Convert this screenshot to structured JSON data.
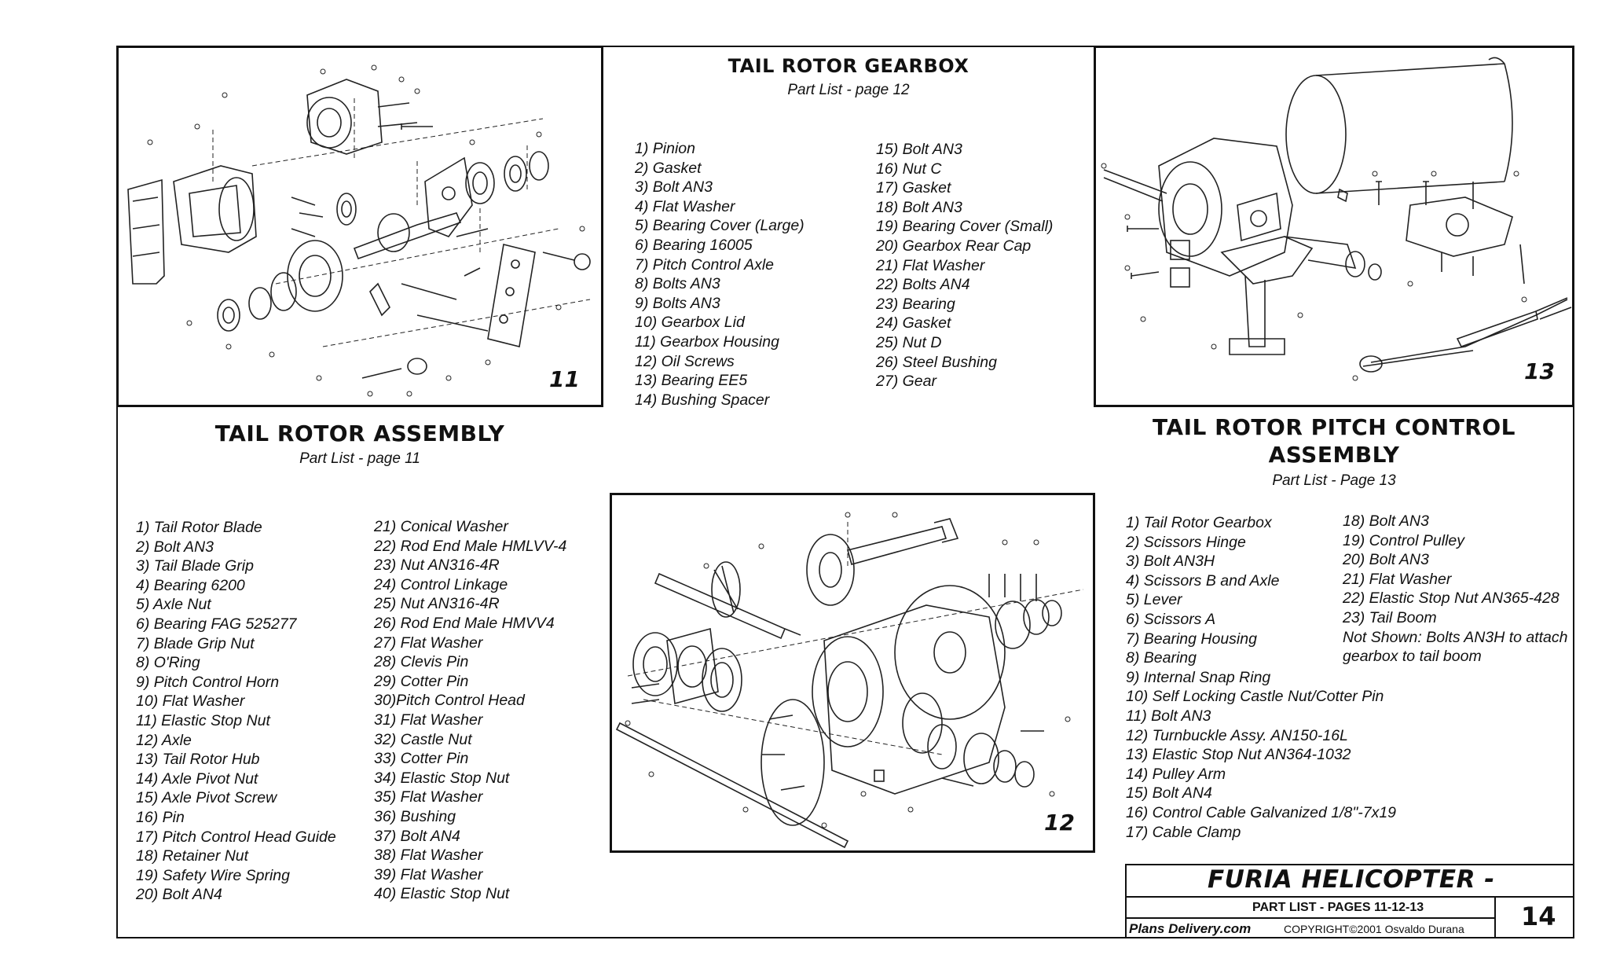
{
  "figures": {
    "fig11": {
      "number": "11"
    },
    "fig12": {
      "number": "12"
    },
    "fig13": {
      "number": "13"
    }
  },
  "gearbox": {
    "title": "TAIL ROTOR GEARBOX",
    "subtitle": "Part List -  page 12",
    "col1": [
      "1) Pinion",
      "2) Gasket",
      "3) Bolt AN3",
      "4) Flat Washer",
      "5) Bearing Cover (Large)",
      "6) Bearing 16005",
      "7) Pitch Control Axle",
      "8) Bolts AN3",
      "9) Bolts AN3",
      "10) Gearbox Lid",
      "11) Gearbox Housing",
      "12) Oil  Screws",
      "13) Bearing EE5",
      "14) Bushing Spacer"
    ],
    "col2": [
      "15) Bolt AN3",
      "16) Nut C",
      "17) Gasket",
      "18) Bolt AN3",
      "19) Bearing Cover (Small)",
      "20) Gearbox Rear Cap",
      "21) Flat Washer",
      "22) Bolts AN4",
      "23) Bearing",
      "24) Gasket",
      "25) Nut D",
      "26) Steel Bushing",
      "27) Gear"
    ]
  },
  "assembly": {
    "title": "TAIL  ROTOR  ASSEMBLY",
    "subtitle": "Part List - page 11",
    "col1": [
      "1) Tail Rotor Blade",
      "2) Bolt AN3",
      "3) Tail Blade Grip",
      "4) Bearing 6200",
      "5) Axle Nut",
      "6) Bearing FAG 525277",
      "7) Blade Grip Nut",
      "8) O'Ring",
      "9) Pitch Control Horn",
      "10) Flat Washer",
      "11) Elastic Stop Nut",
      "12) Axle",
      "13) Tail Rotor Hub",
      "14) Axle Pivot Nut",
      "15) Axle Pivot Screw",
      "16) Pin",
      "17) Pitch Control Head Guide",
      "18) Retainer Nut",
      "19) Safety Wire Spring",
      "20) Bolt AN4"
    ],
    "col2": [
      "21) Conical Washer",
      "22) Rod End Male HMLVV-4",
      "23) Nut AN316-4R",
      "24) Control Linkage",
      "25) Nut AN316-4R",
      "26) Rod End Male HMVV4",
      "27) Flat Washer",
      "28) Clevis Pin",
      "29) Cotter Pin",
      "30)Pitch Control Head",
      "31) Flat Washer",
      "32) Castle Nut",
      "33) Cotter Pin",
      "34) Elastic Stop Nut",
      "35) Flat Washer",
      "36) Bushing",
      "37) Bolt AN4",
      "38) Flat Washer",
      "39) Flat Washer",
      "40) Elastic Stop Nut"
    ]
  },
  "pitch": {
    "title_line1": "TAIL  ROTOR  PITCH  CONTROL",
    "title_line2": "ASSEMBLY",
    "subtitle": "Part List - Page 13",
    "col1": [
      "1) Tail Rotor Gearbox",
      "2) Scissors Hinge",
      "3) Bolt AN3H",
      "4) Scissors B and Axle",
      "5) Lever",
      "6) Scissors A",
      "7) Bearing Housing",
      "8) Bearing",
      "9) Internal Snap Ring",
      "10) Self Locking Castle Nut/Cotter Pin",
      "11) Bolt AN3",
      "12) Turnbuckle Assy. AN150-16L",
      "13) Elastic Stop Nut AN364-1032",
      "14) Pulley Arm",
      "15) Bolt AN4",
      "16) Control Cable Galvanized 1/8\"-7x19",
      "17) Cable Clamp"
    ],
    "col2": [
      "18) Bolt AN3",
      "19) Control Pulley",
      "20) Bolt AN3",
      "21) Flat Washer",
      "22) Elastic Stop Nut AN365-428",
      "23) Tail Boom",
      "Not Shown: Bolts AN3H to attach",
      "gearbox to tail boom"
    ]
  },
  "title_block": {
    "brand": "FURIA HELICOPTER -",
    "part_list": "PART LIST -  PAGES 11-12-13",
    "plans": "Plans Delivery.com",
    "copyright": "COPYRIGHT©2001 Osvaldo Durana",
    "page": "14"
  }
}
